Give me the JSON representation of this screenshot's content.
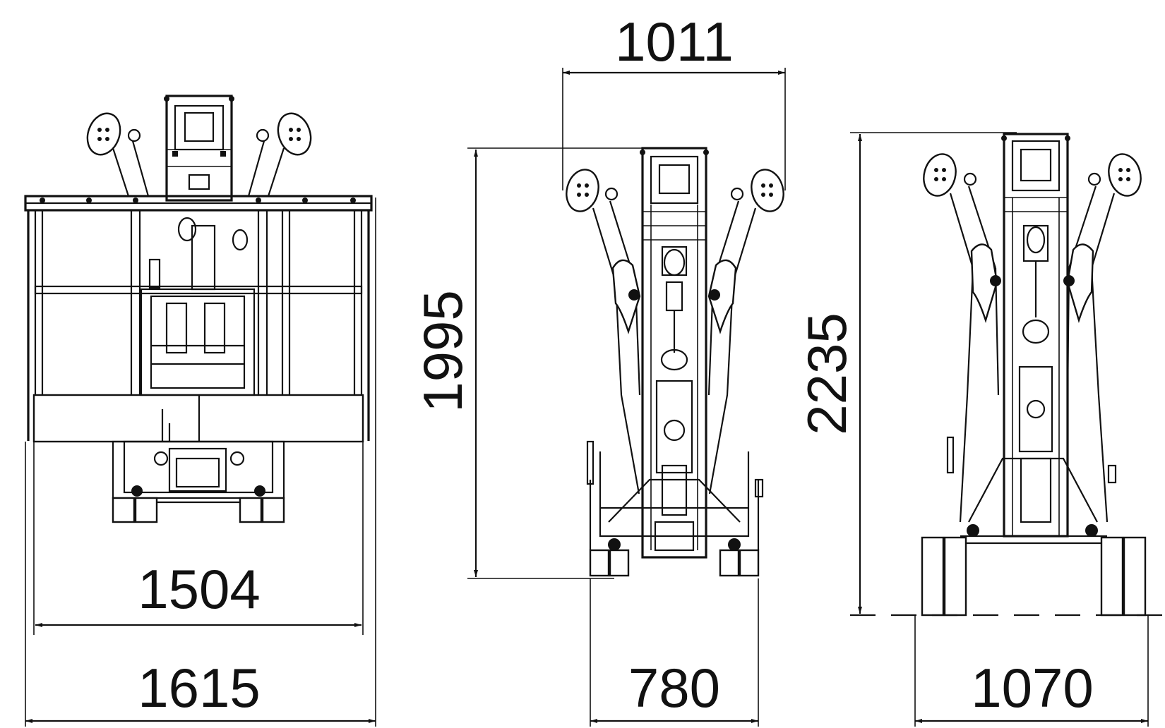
{
  "dimensions": {
    "front_inner_width": "1504",
    "front_outer_width": "1615",
    "side_top_width": "1011",
    "side_height": "1995",
    "side_base_width": "780",
    "rear_height": "2235",
    "rear_base_width": "1070"
  },
  "colors": {
    "line": "#111111",
    "background": "#ffffff"
  }
}
